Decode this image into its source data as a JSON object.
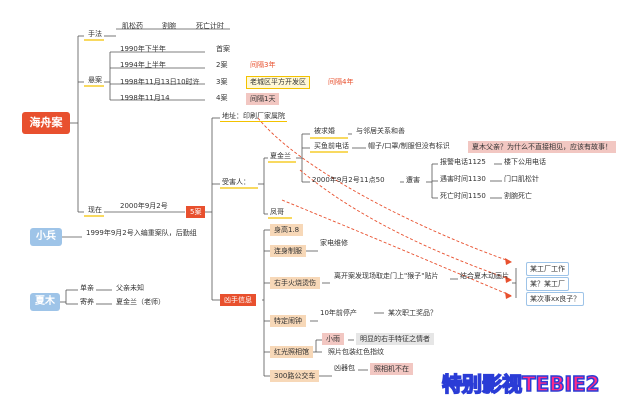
{
  "root": "海舟案",
  "methods": {
    "label": "手法",
    "items": [
      "肌松药",
      "割腕",
      "死亡计时"
    ]
  },
  "cases": {
    "label": "悬案",
    "rows": [
      {
        "date": "1990年下半年",
        "case": "首案",
        "note": ""
      },
      {
        "date": "1994年上半年",
        "case": "2案",
        "note": "间隔3年"
      },
      {
        "date": "1998年11月13日10时许",
        "case": "3案",
        "note": "老城区平方开发区",
        "note2": "间隔4年"
      },
      {
        "date": "1998年11月14",
        "case": "4案",
        "note": "间隔1天"
      }
    ]
  },
  "present": {
    "label": "现在",
    "date": "2000年9月2号",
    "case": "5案",
    "address": "地址：印刷厂家属院",
    "victims_label": "受害人：",
    "victim1": {
      "name": "夏金兰",
      "items": [
        "被求婚",
        "与邻居关系和善",
        "买鱼前电话",
        "帽子/口罩/制服但没有标识"
      ],
      "father_note": "夏木父亲？为什么不直接相见，应该有故事！",
      "call_time": "2000年9月2号11点50",
      "encounter": "遭害",
      "timeline": [
        {
          "label": "报警电话1125",
          "detail": "楼下公用电话"
        },
        {
          "label": "遇害时间1130",
          "detail": "门口肌松针"
        },
        {
          "label": "死亡时间1150",
          "detail": "割腕死亡"
        }
      ]
    },
    "victim2": "凤哥",
    "suspect_label": "凶手信息",
    "suspect": [
      {
        "label": "身高1.8"
      },
      {
        "label": "连身制服",
        "detail": "家电维修"
      },
      {
        "label": "右手火烧烫伤",
        "detail": "离开案发现场取走门上\"猴子\"贴片",
        "detail2": "结合夏木动画片"
      },
      {
        "label": "特定闹钟",
        "detail": "10年前停产",
        "detail2": "某次职工奖品？"
      },
      {
        "label": "红光照相馆",
        "detail": "小雨",
        "detail2": "明显的右手特征之情者",
        "detail3": "照片包装红色指纹"
      },
      {
        "label": "300路公交车",
        "detail": "凶器包",
        "detail2": "照相机不在"
      }
    ],
    "hypotheses": [
      "某工厂工作",
      "某？某工厂",
      "某次事xx良子？"
    ]
  },
  "xiaobing": {
    "label": "小兵",
    "note": "1999年9月2号入编重案队，后勤组"
  },
  "xiamu": {
    "label": "夏木",
    "items": [
      {
        "k": "单亲",
        "v": "父亲未知"
      },
      {
        "k": "寄养",
        "v": "夏金兰（老师）"
      }
    ]
  },
  "watermark": "特别影视TEBIE2",
  "colors": {
    "root": "#e8502e",
    "branch": "#9ec4e8",
    "accent_yellow": "#f3c200",
    "accent_red_text": "#e8502e",
    "dashed_arrow": "#e8502e",
    "watermark_fill": "#ff2a8a",
    "watermark_stroke": "#2a3cd6"
  }
}
